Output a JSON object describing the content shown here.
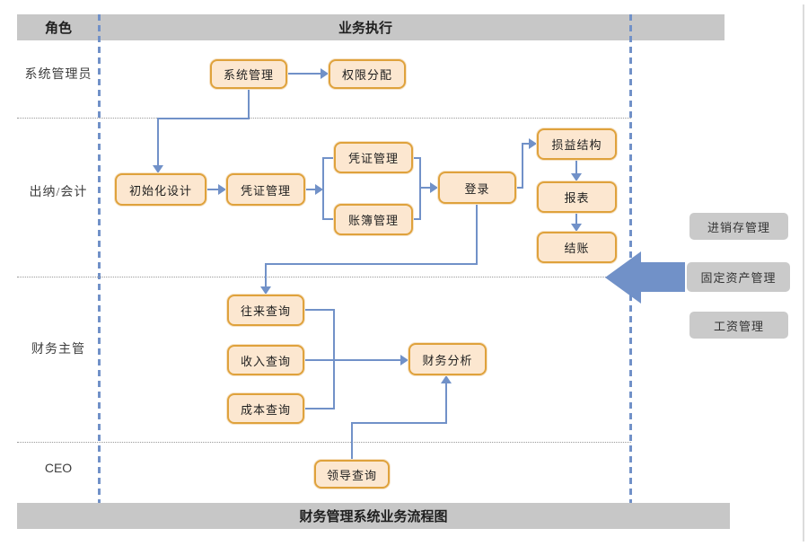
{
  "diagram": {
    "header": {
      "role_column_label": "角色",
      "execution_column_label": "业务执行"
    },
    "footer": {
      "title": "财务管理系统业务流程图"
    },
    "lanes": [
      {
        "label": "系统管理员"
      },
      {
        "label": "出纳/会计"
      },
      {
        "label": "财务主管"
      },
      {
        "label": "CEO"
      }
    ],
    "nodes": [
      {
        "id": "system-management",
        "label": "系统管理"
      },
      {
        "id": "permission-assignment",
        "label": "权限分配"
      },
      {
        "id": "initialization-design",
        "label": "初始化设计"
      },
      {
        "id": "voucher-management",
        "label": "凭证管理"
      },
      {
        "id": "voucher-management-sub",
        "label": "凭证管理"
      },
      {
        "id": "ledger-management",
        "label": "账簿管理"
      },
      {
        "id": "login",
        "label": "登录"
      },
      {
        "id": "profit-loss-structure",
        "label": "损益结构"
      },
      {
        "id": "report",
        "label": "报表"
      },
      {
        "id": "closing",
        "label": "结账"
      },
      {
        "id": "contact-query",
        "label": "往来查询"
      },
      {
        "id": "income-query",
        "label": "收入查询"
      },
      {
        "id": "cost-query",
        "label": "成本查询"
      },
      {
        "id": "financial-analysis",
        "label": "财务分析"
      },
      {
        "id": "leader-query",
        "label": "领导查询"
      }
    ],
    "external_systems": [
      {
        "label": "进销存管理"
      },
      {
        "label": "固定资产管理"
      },
      {
        "label": "工资管理"
      }
    ],
    "colors": {
      "node_fill": "#FCE7D0",
      "node_border": "#DFA23C",
      "connector_blue": "#7191C8",
      "bar_gray": "#C7C7C7",
      "external_box_gray": "#CACACA"
    }
  }
}
